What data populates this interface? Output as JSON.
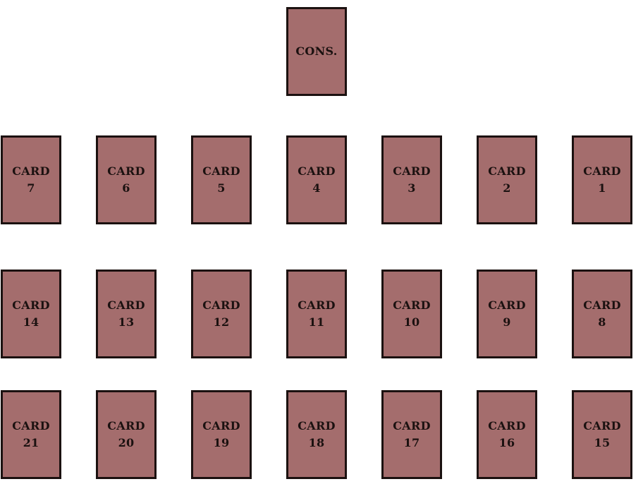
{
  "cons_label": "CONS.",
  "card_word": "CARD",
  "rows": [
    [
      "7",
      "6",
      "5",
      "4",
      "3",
      "2",
      "1"
    ],
    [
      "14",
      "13",
      "12",
      "11",
      "10",
      "9",
      "8"
    ],
    [
      "21",
      "20",
      "19",
      "18",
      "17",
      "16",
      "15"
    ]
  ],
  "colors": {
    "card_fill": "#a46d6d",
    "card_border": "#1b1110",
    "text": "#1b1110"
  }
}
